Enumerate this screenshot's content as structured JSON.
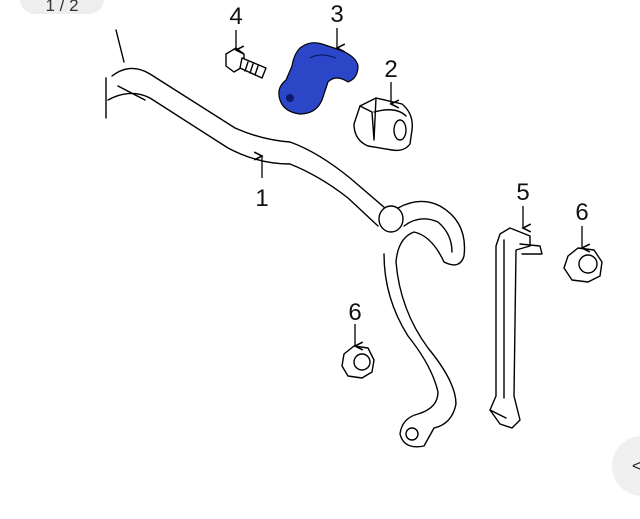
{
  "page_counter": "1 / 2",
  "corner_glyph": "<",
  "highlight_color": "#2b47c8",
  "callouts": {
    "stabilizer_bar": "1",
    "bushing": "2",
    "bracket": "3",
    "bolt": "4",
    "stabilizer_link": "5",
    "nut_right": "6",
    "nut_left": "6"
  }
}
